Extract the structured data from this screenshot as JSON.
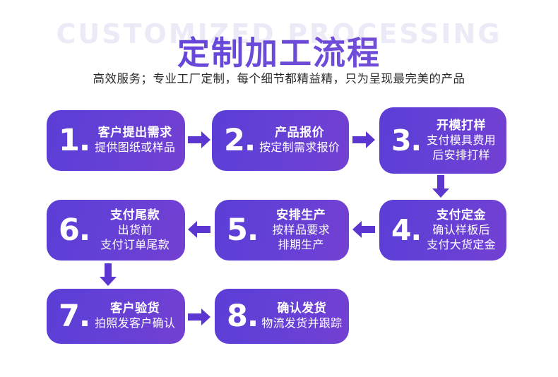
{
  "header": {
    "watermark": "CUSTOMIZED PROCESSING",
    "title": "定制加工流程",
    "subtitle": "高效服务；专业工厂定制，每个细节都精益精，只为呈现最完美的产品"
  },
  "colors": {
    "brand_purple": "#5b3fd8",
    "box_gradient_start": "#5b3ed7",
    "box_gradient_end": "#7340d2",
    "arrow": "#5b36d0",
    "watermark": "#eceaf6",
    "text_on_box": "#ffffff",
    "subtitle": "#2a2a2a",
    "background": "#ffffff"
  },
  "steps": [
    {
      "number": "1.",
      "title": "客户提出需求",
      "desc_lines": [
        "提供图纸或样品"
      ]
    },
    {
      "number": "2.",
      "title": "产品报价",
      "desc_lines": [
        "按定制需求报价"
      ]
    },
    {
      "number": "3.",
      "title": "开模打样",
      "desc_lines": [
        "支付模具费用",
        "后安排打样"
      ]
    },
    {
      "number": "4.",
      "title": "支付定金",
      "desc_lines": [
        "确认样板后",
        "支付大货定金"
      ]
    },
    {
      "number": "5.",
      "title": "安排生产",
      "desc_lines": [
        "按样品要求",
        "排期生产"
      ]
    },
    {
      "number": "6.",
      "title": "支付尾款",
      "desc_lines": [
        "出货前",
        "支付订单尾款"
      ]
    },
    {
      "number": "7.",
      "title": "客户验货",
      "desc_lines": [
        "拍照发客户确认"
      ]
    },
    {
      "number": "8.",
      "title": "确认发货",
      "desc_lines": [
        "物流发货并跟踪"
      ]
    }
  ],
  "arrows": [
    {
      "id": "arrow-1-2",
      "direction": "right",
      "from": "1",
      "to": "2"
    },
    {
      "id": "arrow-2-3",
      "direction": "right",
      "from": "2",
      "to": "3"
    },
    {
      "id": "arrow-3-4",
      "direction": "down",
      "from": "3",
      "to": "4"
    },
    {
      "id": "arrow-4-5",
      "direction": "left",
      "from": "4",
      "to": "5"
    },
    {
      "id": "arrow-5-6",
      "direction": "left",
      "from": "5",
      "to": "6"
    },
    {
      "id": "arrow-6-7",
      "direction": "down",
      "from": "6",
      "to": "7"
    },
    {
      "id": "arrow-7-8",
      "direction": "right",
      "from": "7",
      "to": "8"
    }
  ]
}
